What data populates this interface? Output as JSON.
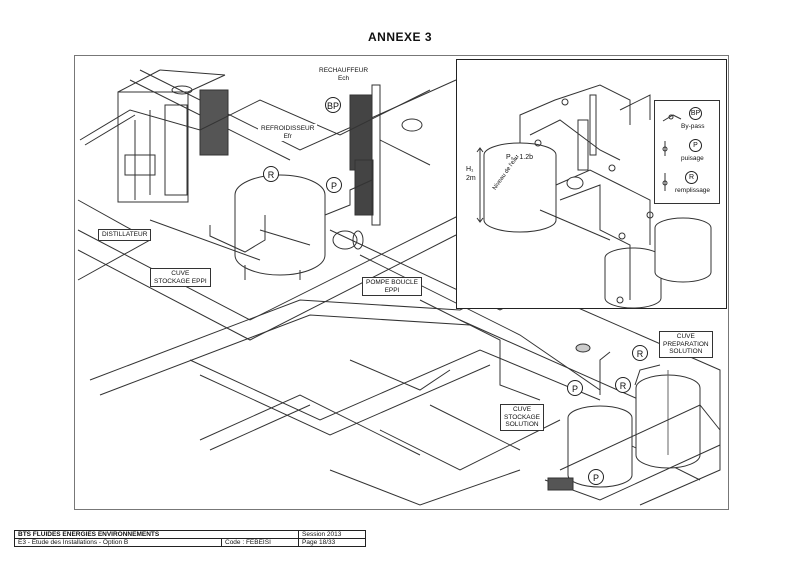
{
  "page": {
    "title": "ANNEXE 3"
  },
  "labels": {
    "rechauffeur": [
      "RECHAUFFEUR",
      "Ech"
    ],
    "refroidisseur": [
      "REFROIDISSEUR",
      "Efr"
    ],
    "distillateur": "DISTILLATEUR",
    "cuve_stockage_eppi": [
      "CUVE",
      "STOCKAGE EPPI"
    ],
    "pompe_boucle": [
      "POMPE BOUCLE",
      "EPPI"
    ],
    "cuve_preparation": [
      "CUVE",
      "PREPARATION",
      "SOLUTION"
    ],
    "cuve_stockage_solution": [
      "CUVE",
      "STOCKAGE",
      "SOLUTION"
    ]
  },
  "markers": {
    "bp": "BP",
    "r": "R",
    "p": "P"
  },
  "inset": {
    "pressure": "P₀ : 1.2b",
    "height": [
      "H₁",
      "2m"
    ],
    "water_level": "Niveau de l'eau"
  },
  "legend": {
    "items": [
      {
        "symbol": "BP",
        "text": "By-pass"
      },
      {
        "symbol": "P",
        "text": "puisage"
      },
      {
        "symbol": "R",
        "text": "remplissage"
      }
    ]
  },
  "footer": {
    "row1": {
      "left": "BTS FLUIDES ENERGIES ENVIRONNEMENTS",
      "right": "Session 2013"
    },
    "row2": {
      "left": "E3 - Etude des Installations  -  Option B",
      "code": "Code : FEBEISI",
      "page": "Page 18/33"
    }
  },
  "colors": {
    "line": "#222222",
    "floor": "#f4f4f4"
  }
}
